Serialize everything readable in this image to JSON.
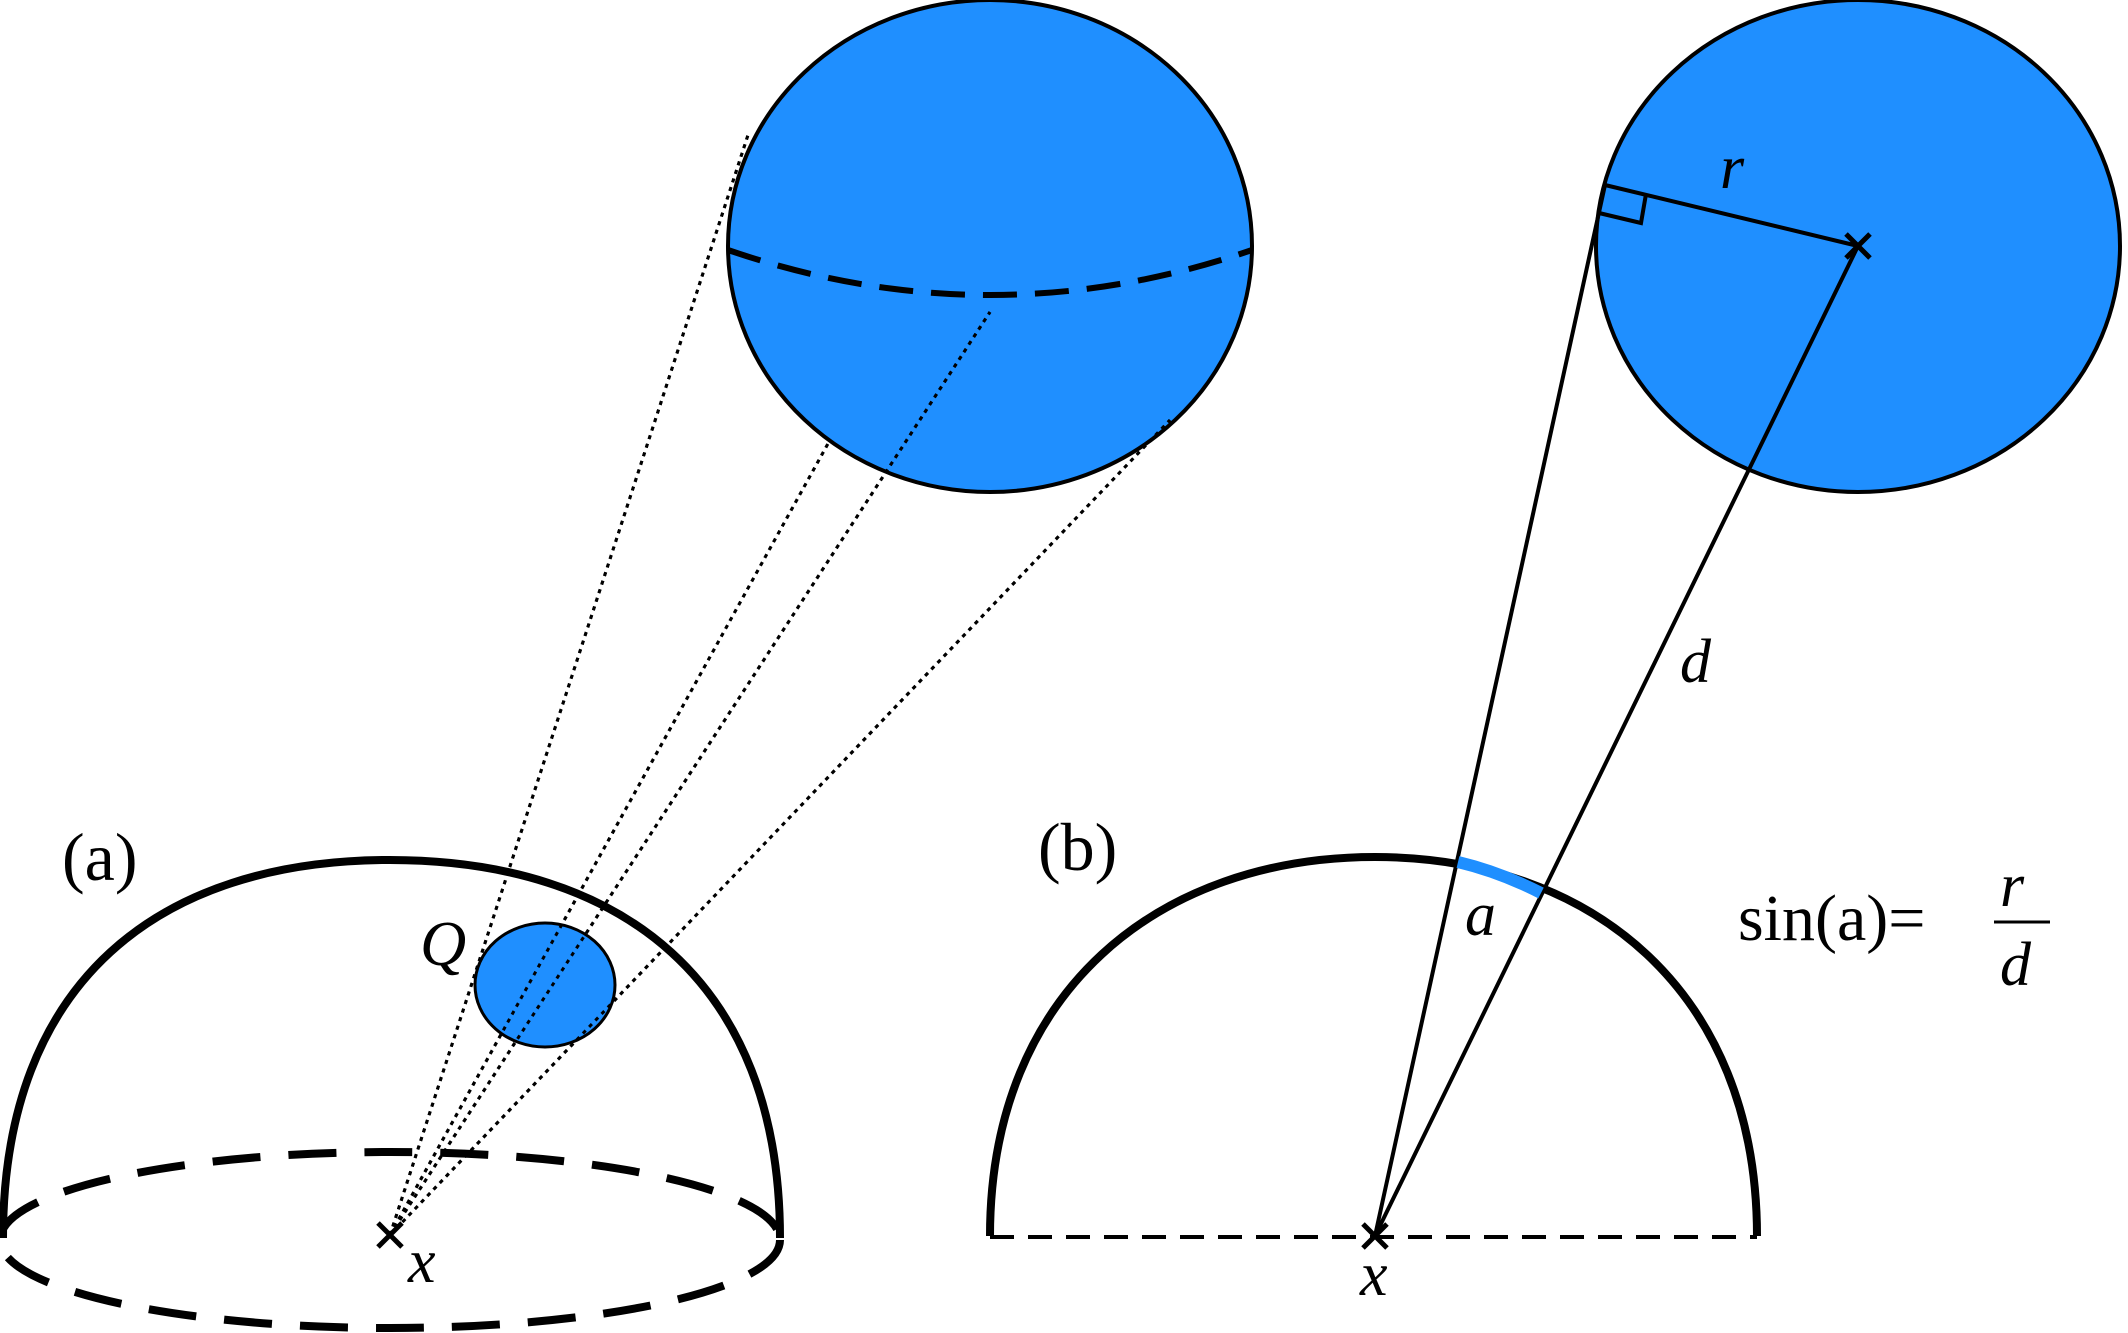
{
  "panel_a": {
    "label": "(a)",
    "small_sphere_label": "Q",
    "point_label": "x"
  },
  "panel_b": {
    "label": "(b)",
    "radius_label": "r",
    "distance_label": "d",
    "angle_label": "a",
    "point_label": "x",
    "formula": {
      "lhs": "sin(a)=",
      "numerator": "r",
      "denominator": "d"
    }
  },
  "colors": {
    "sphere_fill": "#1f8fff",
    "stroke": "#000000",
    "arc_highlight": "#1f8fff"
  }
}
